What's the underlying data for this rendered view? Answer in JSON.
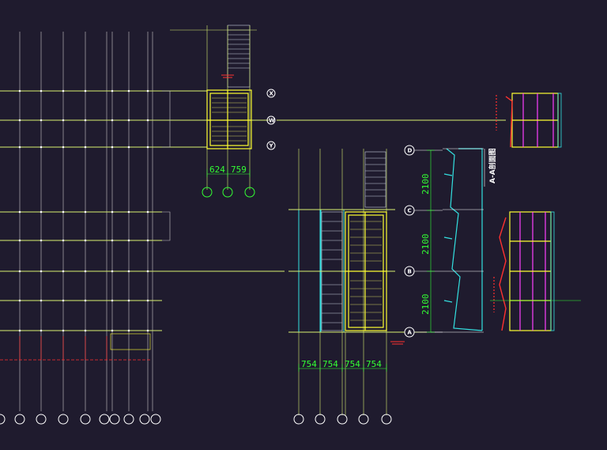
{
  "drawing": {
    "top_bay_dims": [
      "624",
      "759"
    ],
    "bottom_bay_dims": [
      "754",
      "754",
      "754",
      "754"
    ],
    "row_spacing_dims": [
      "2100",
      "2100",
      "2100"
    ],
    "grid_right": [
      "D",
      "C",
      "B",
      "A"
    ],
    "grid_top_right": [
      "X",
      "W",
      "Y"
    ],
    "vertical_label": "A-A剖面图",
    "colors": {
      "background": "#1f1b2e",
      "grid_line": "#d8f070",
      "structure": "#ffff33",
      "dimension": "#33ff33",
      "stair": "#c8d0e0",
      "cyan": "#33e0e0",
      "red": "#ff3030",
      "magenta": "#ff40ff"
    }
  }
}
